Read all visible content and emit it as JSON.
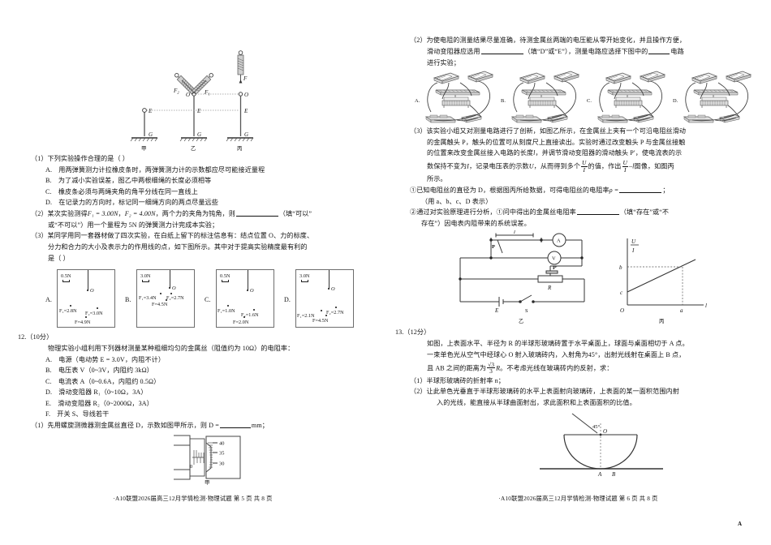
{
  "document": {
    "type": "exam-paper",
    "subject": "物理试题",
    "footer_left": "·A10联盟2026届高三12月学情检测·物理试题 第 5 页  共 8 页",
    "footer_right": "·A10联盟2026届高三12月学情检测·物理试题 第 6 页  共 8 页",
    "corner_marker": "A"
  },
  "left_page": {
    "figure_top": {
      "caption_1": "甲",
      "caption_2": "乙",
      "caption_3": "丙",
      "labels": [
        "F₂",
        "F₁",
        "F",
        "O",
        "O",
        "E",
        "E",
        "E",
        "G",
        "G",
        "G"
      ]
    },
    "q1": {
      "stem": "（1）下列实验操作合理的是（        ）",
      "options": [
        "A.　用两弹簧测力计拉橡皮条时，两弹簧测力计的示数都应尽可能接近量程",
        "B.　为了减小实验误差，图乙中两根细绳的长度必须相等",
        "C.　橡皮条必须与两绳夹角的角平分线在同一直线上",
        "D.　在记录力的方向时，标记同一细绳方向的两点尽量远些"
      ]
    },
    "q2": {
      "line1_a": "（2）某次实验测得",
      "f1": "F₁ = 3.00N",
      "mid": "，",
      "f2": "F₂ = 4.00N",
      "line1_b": "，两个力的夹角为钝角，则",
      "line1_c": "（填“可以”",
      "line2": "或“不可以”）用一个量程为 5N 的弹簧测力计完成本实验；"
    },
    "q3": {
      "line1": "（3）某同学用同一套器材做了四次实验，在白纸上留下的标注信息有：结点位置 O、力的标度、",
      "line2": "分力和合力的大小及表示力的作用线的点，如下图所示。其中对于提高实验精度最有利的",
      "line3": "是（        ）"
    },
    "force_options": [
      {
        "letter": "A.",
        "scale": "0.5N",
        "point_label": "O",
        "values": [
          "F₁=2.8N",
          "F₂=3.0N",
          "F=4.9N"
        ]
      },
      {
        "letter": "B.",
        "scale": "3.0N",
        "point_label": "O",
        "values": [
          "F₁=3.4N",
          "F₂=2.7N",
          "F=4.5N"
        ]
      },
      {
        "letter": "C.",
        "scale": "0.5N",
        "point_label": "O",
        "values": [
          "F₁=1.0N",
          "F₂=1.6N",
          "F=2.0N"
        ]
      },
      {
        "letter": "D.",
        "scale": "3.0N",
        "point_label": "O",
        "values": [
          "F₁=2.1N",
          "F₂=2.7N",
          "F=4.5N"
        ]
      }
    ],
    "q12": {
      "number": "12.（10分）",
      "stem": "物理实验小组利用下列器材测量某种粗细均匀的金属丝（阻值约为 10Ω）的电阻率：",
      "items": [
        "A.　电源（电动势 E = 3.0V，内阻不计）",
        "B.　电压表 V（0~3V，内阻约 3kΩ）",
        "C.　电流表 A（0~0.6A，内阻约 0.5Ω）",
        "D.　滑动变阻器 R₁（0~10Ω，3A）",
        "E.　滑动变阻器 R₂（0~2000Ω，3A）",
        "F.　开关 S、导线若干"
      ],
      "sub1_a": "（1）先用螺旋测微器测金属丝直径 D，示数如图甲所示，则 D =",
      "sub1_b": "mm；"
    },
    "micrometer": {
      "caption": "甲",
      "ticks": [
        "40",
        "35",
        "30"
      ],
      "zero_label": "0"
    }
  },
  "right_page": {
    "q2": {
      "line1": "（2）为使电阻的测量结果尽量准确，待测金属丝两端的电压能从零开始变化，并且操作方便，",
      "line2_a": "滑动变阻器应选用",
      "line2_b": "（填“D”或“E”），测量电路应选择下图中的",
      "line2_c": "电路",
      "line3": "进行实验；",
      "circuit_options": [
        "A.",
        "B.",
        "C.",
        "D."
      ]
    },
    "q3": {
      "line1": "（3）该实验小组又对测量电路进行了创新，如图乙所示，在金属丝上夹有一个可沿电阻丝滑动",
      "line2": "的金属触头 P，触头的位置可从刻度尺上直接读出。实验时通过改变触头 P 与金属丝接触",
      "line3_a": "的位置来改变金属丝接入电路的长度",
      "line3_l": "l",
      "line3_b": "，并调节滑动变阻器的滑动触头 P′，使电流表的示",
      "line4_a": "数保持不变为",
      "line4_I": "I",
      "line4_b": "，记录电压表的示数",
      "line4_U": "U",
      "line4_c": "，从而得到多个",
      "line4_d": "的值，作出",
      "line4_e": "图像，如图丙",
      "line5": "所示。",
      "item1_a": "①已知电阻丝的直径为 D，根据图丙所给数据，可得电阻丝的电阻率",
      "item1_rho": "ρ =",
      "item1_b": "；",
      "item1_note": "（用 a、b、c、D 表示）",
      "item2_a": "②通过对实验原理进行分析，①问中得出的金属丝电阻率",
      "item2_b": "（填“存在”或“不",
      "item2_c": "存在”）因电表内阻带来的系统误差。"
    },
    "circuit_yi": {
      "caption": "乙",
      "labels": [
        "l",
        "P",
        "A",
        "V",
        "P′",
        "R",
        "E",
        "S"
      ]
    },
    "graph_bing": {
      "caption": "丙",
      "ylabel_num": "U",
      "ylabel_den": "I",
      "xlabel": "l",
      "origin": "O",
      "ticks": [
        "a",
        "b",
        "c"
      ]
    },
    "q13": {
      "number": "13.（12分）",
      "line1": "如图，上表面水平、半径为 R 的半球形玻璃砖置于水平桌面上，球面与桌面相切于 A 点。",
      "line2": "一束单色光从空气中经球心 O 射入玻璃砖内，入射角为45°，出射光线射在桌面上 B 点，",
      "line3_a": "且 AB 之间的距离为",
      "line3_frac_num": "√3",
      "line3_frac_den": "3",
      "line3_R": "R",
      "line3_b": "。不考虑光线在玻璃砖内的反射，求：",
      "sub1": "（1）半球形玻璃砖的折射率 n；",
      "sub2_l1": "（2）让此单色光垂直于半球形玻璃砖的水平上表面射向玻璃砖，上表面的某一面积范围内射",
      "sub2_l2": "入的光线，能直接从半球曲面射出，求此面积和上表面面积的比值。"
    },
    "hemisphere_figure": {
      "angle_label": "45°",
      "center": "O",
      "point_a": "A",
      "point_b": "B"
    }
  },
  "colors": {
    "ink": "#111111",
    "rule": "#6d6d6d",
    "gutter": "#8a8a8a",
    "paper": "#ffffff"
  }
}
